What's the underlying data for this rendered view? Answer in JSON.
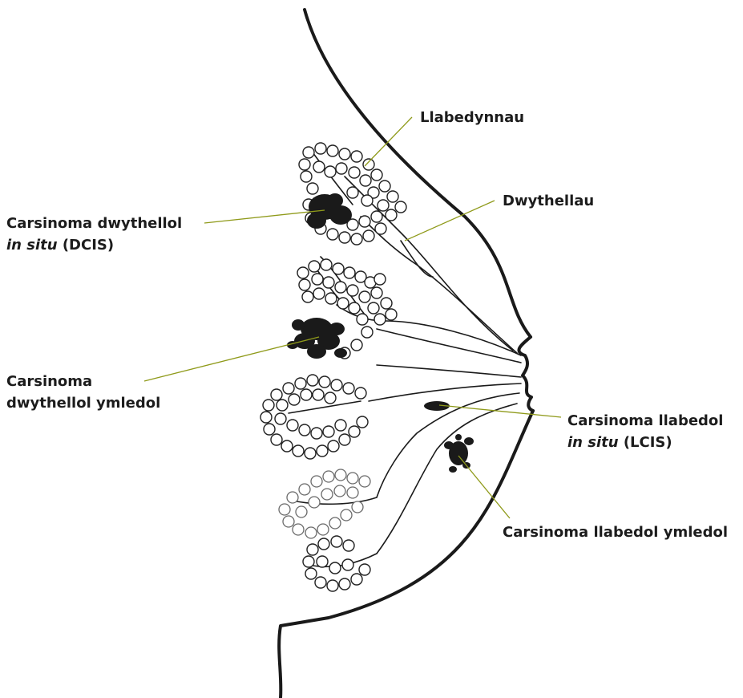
{
  "labels": {
    "lobules": "Llabedynnau",
    "ducts": "Dwythellau",
    "dcis_line1": "Carsinoma dwythellol",
    "dcis_italic": "in situ",
    "dcis_rest": " (DCIS)",
    "idc_line1": "Carsinoma",
    "idc_line2": "dwythellol ymledol",
    "lcis_line1": "Carsinoma llabedol",
    "lcis_italic": "in situ",
    "lcis_rest": " (LCIS)",
    "ilc": "Carsinoma llabedol ymledol"
  },
  "colors": {
    "leader_line": "#8f9a1a",
    "outline": "#1a1a1a",
    "text": "#1c1c1c"
  }
}
